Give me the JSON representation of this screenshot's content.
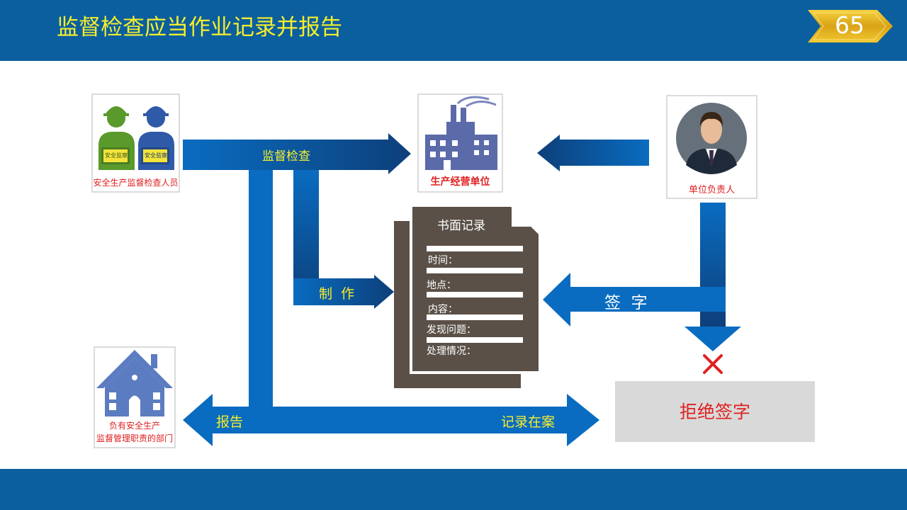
{
  "title": "监督检查应当作业记录并报告",
  "page_number": "65",
  "colors": {
    "header_bg": "#0b5f9e",
    "title_text": "#f6ee2c",
    "arrow_blue": "#0a6cc0",
    "arrow_dark": "#0d3f7a",
    "document_brown": "#5a5048",
    "red": "#e02020",
    "gray_box": "#d9d9d9",
    "gold": "#e8b820"
  },
  "nodes": {
    "inspectors": {
      "icon": "inspectors-icon",
      "label": "安全生产监督检查人员",
      "badge1": "安全监察",
      "badge2": "安全监察"
    },
    "enterprise": {
      "icon": "factory-icon",
      "label": "生产经营单位"
    },
    "person": {
      "icon": "businessman-icon",
      "label": "单位负责人"
    },
    "department": {
      "icon": "house-icon",
      "label_line1": "负有安全生产",
      "label_line2": "监督管理职责的部门"
    }
  },
  "arrows": {
    "inspect": "监督检查",
    "make": "制  作",
    "sign": "签  字",
    "report": "报告",
    "record": "记录在案"
  },
  "document": {
    "title": "书面记录",
    "fields": [
      "时间：",
      "地点：",
      "内容：",
      "发现问题：",
      "处理情况："
    ]
  },
  "refuse": {
    "icon": "cross-icon",
    "label": "拒绝签字"
  }
}
